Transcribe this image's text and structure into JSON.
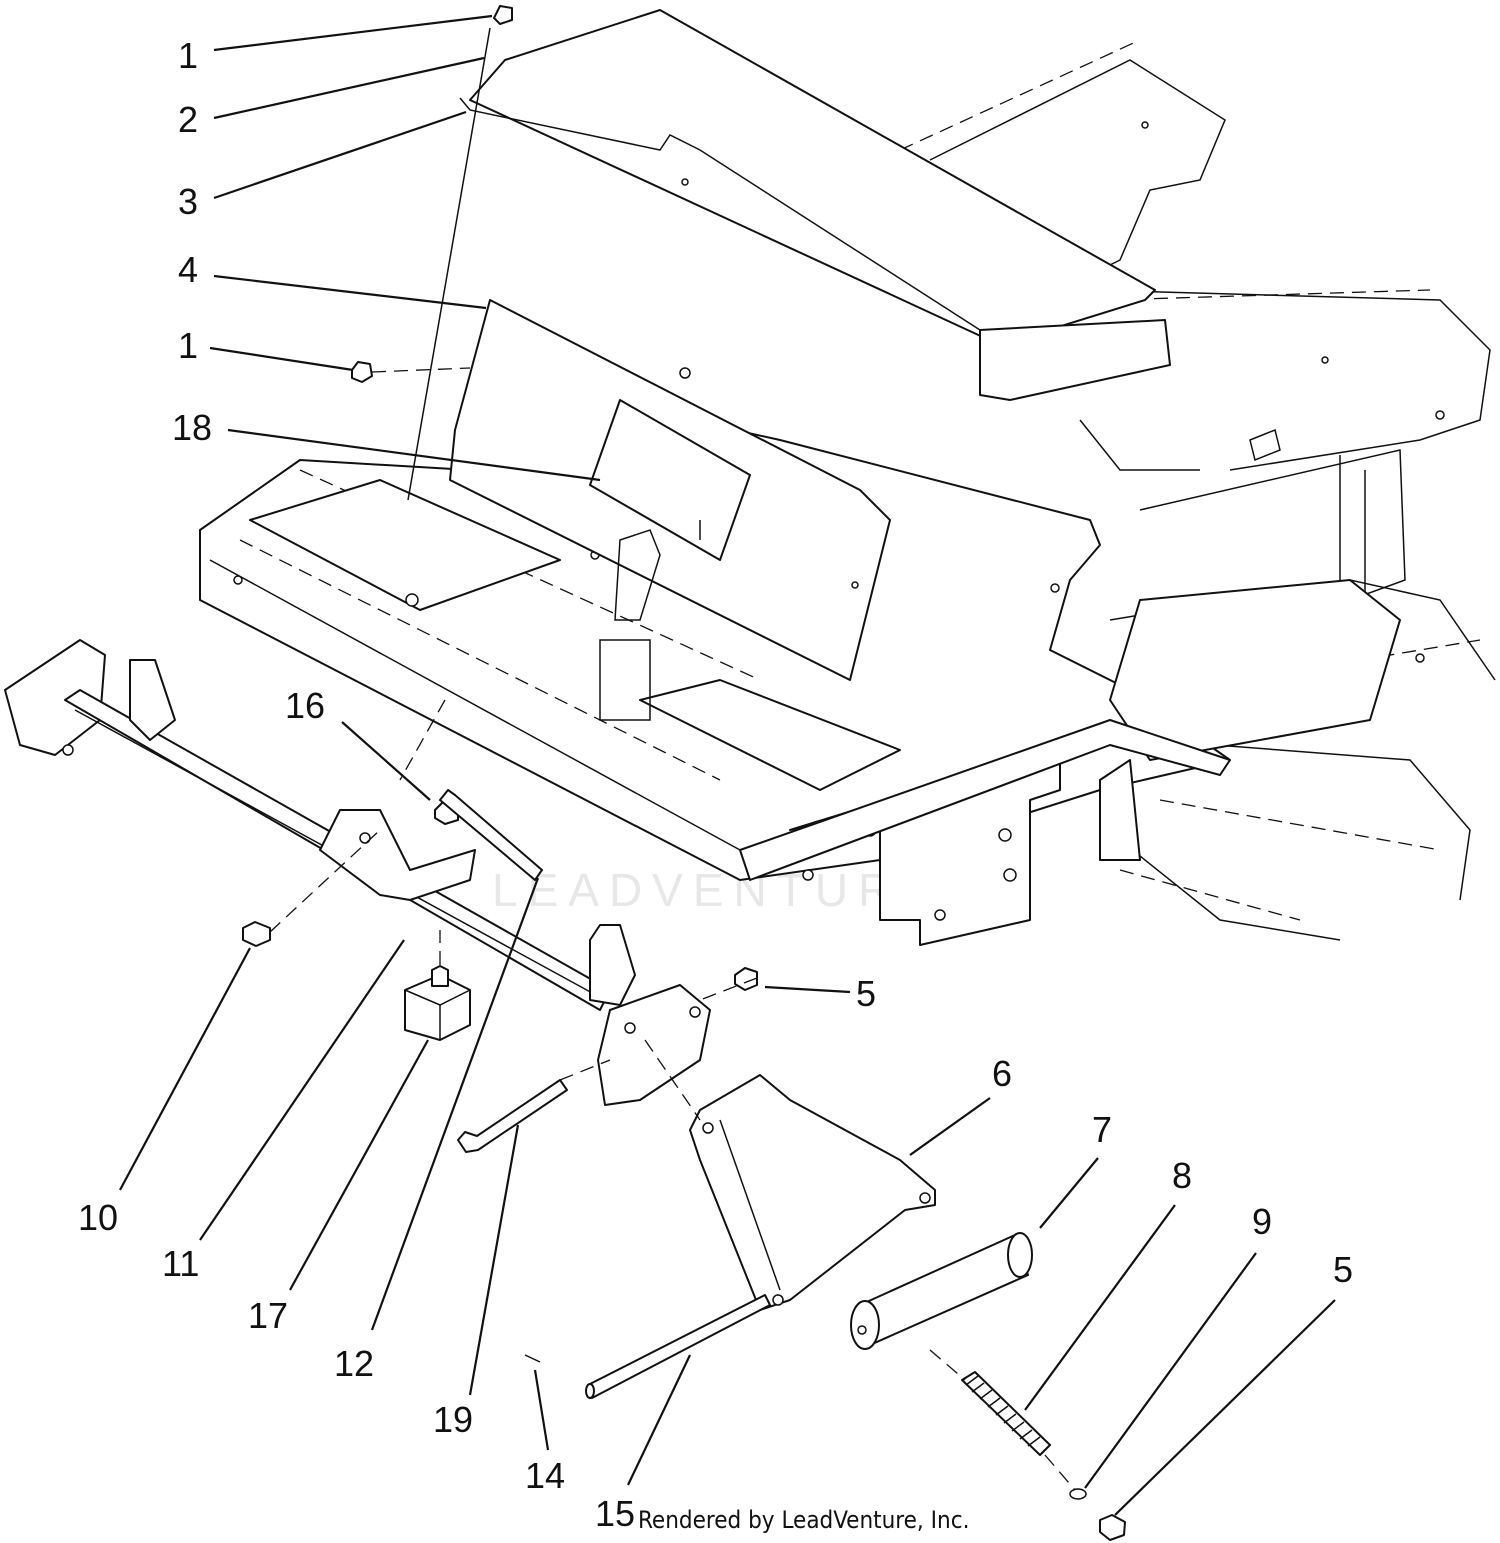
{
  "diagram": {
    "callouts": [
      {
        "id": "c1a",
        "text": "1"
      },
      {
        "id": "c2",
        "text": "2"
      },
      {
        "id": "c3",
        "text": "3"
      },
      {
        "id": "c4",
        "text": "4"
      },
      {
        "id": "c1b",
        "text": "1"
      },
      {
        "id": "c18",
        "text": "18"
      },
      {
        "id": "c16",
        "text": "16"
      },
      {
        "id": "c5a",
        "text": "5"
      },
      {
        "id": "c6",
        "text": "6"
      },
      {
        "id": "c7",
        "text": "7"
      },
      {
        "id": "c8",
        "text": "8"
      },
      {
        "id": "c9",
        "text": "9"
      },
      {
        "id": "c5b",
        "text": "5"
      },
      {
        "id": "c10",
        "text": "10"
      },
      {
        "id": "c11",
        "text": "11"
      },
      {
        "id": "c17",
        "text": "17"
      },
      {
        "id": "c12",
        "text": "12"
      },
      {
        "id": "c19",
        "text": "19"
      },
      {
        "id": "c14",
        "text": "14"
      },
      {
        "id": "c15",
        "text": "15"
      }
    ],
    "credit": "Rendered by LeadVenture, Inc.",
    "watermark": "LEADVENTURE"
  }
}
